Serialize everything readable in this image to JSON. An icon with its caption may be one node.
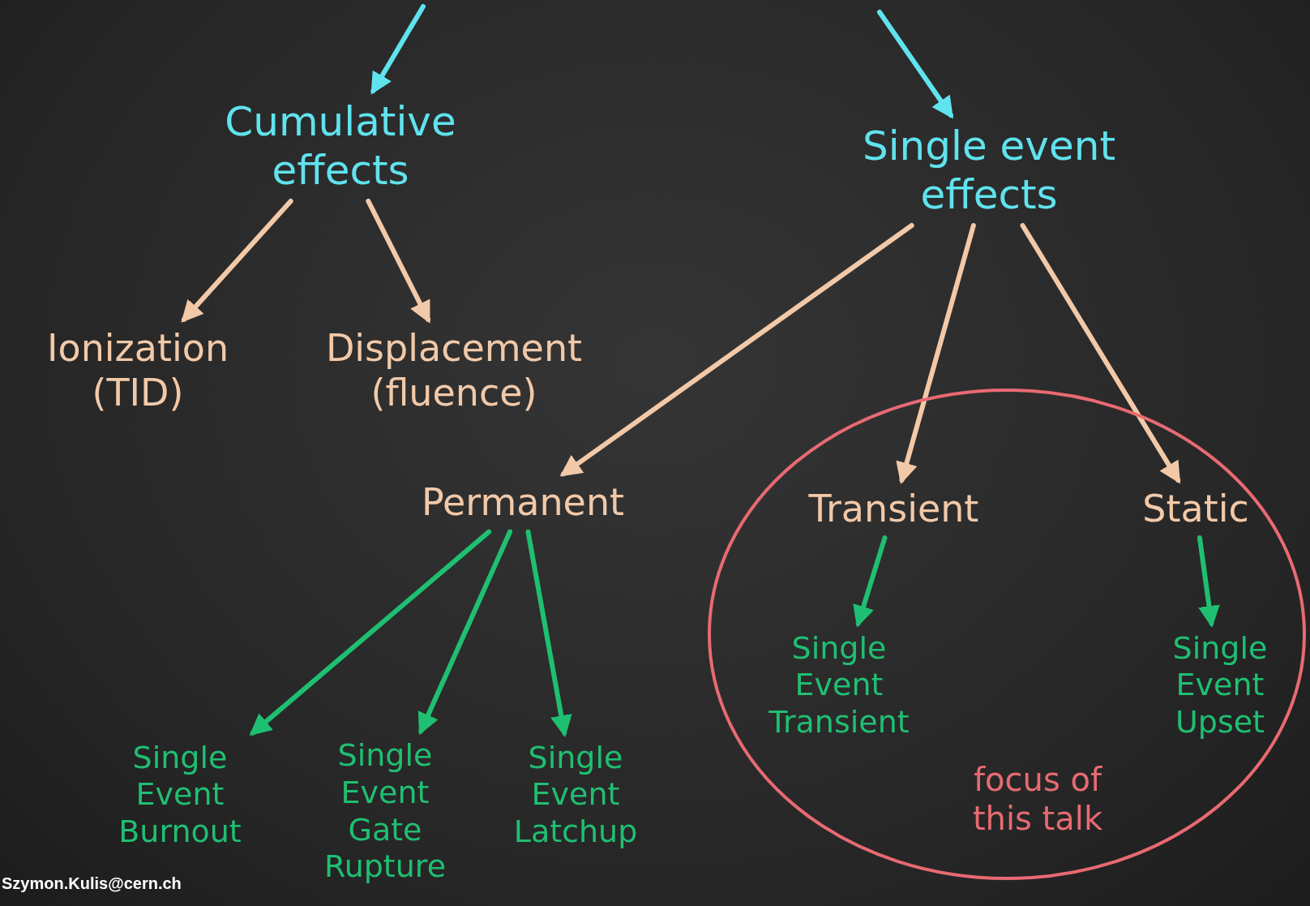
{
  "diagram": {
    "nodes": [
      {
        "text": [
          "Cumulative effects"
        ]
      },
      {
        "text": [
          "Single event effects"
        ]
      },
      {
        "text": [
          "Ionization (TID)"
        ]
      },
      {
        "text": [
          "Displacement (fluence)"
        ]
      },
      {
        "text": [
          "Permanent"
        ]
      },
      {
        "text": [
          "focus of this talk"
        ]
      },
      {
        "text": [
          "Transient"
        ],
        "in": 5
      },
      {
        "text": [
          "Static"
        ],
        "in": 5
      },
      {
        "text": [
          "Single Event Burnout"
        ]
      },
      {
        "text": [
          "Single Event Gate Rupture"
        ]
      },
      {
        "text": [
          "Single Event Latchup"
        ]
      },
      {
        "text": [
          "Single Event Transient"
        ],
        "in": 5
      },
      {
        "text": [
          "Single Event Upset"
        ],
        "in": 5
      }
    ],
    "edges": [
      {
        "from": null,
        "to": 0,
        "arrow": "to",
        "color": "#5fe3ee"
      },
      {
        "from": null,
        "to": 1,
        "arrow": "to",
        "color": "#5fe3ee"
      },
      {
        "from": 0,
        "to": 2,
        "arrow": "to"
      },
      {
        "from": 0,
        "to": 3,
        "arrow": "to"
      },
      {
        "from": 1,
        "to": 4,
        "arrow": "to"
      },
      {
        "from": 1,
        "to": 6,
        "arrow": "to"
      },
      {
        "from": 1,
        "to": 7,
        "arrow": "to"
      },
      {
        "from": 4,
        "to": 8,
        "arrow": "to",
        "color": "#1fbf72"
      },
      {
        "from": 4,
        "to": 9,
        "arrow": "to",
        "color": "#1fbf72"
      },
      {
        "from": 4,
        "to": 10,
        "arrow": "to",
        "color": "#1fbf72"
      },
      {
        "from": 6,
        "to": 11,
        "arrow": "to",
        "color": "#1fbf72"
      },
      {
        "from": 7,
        "to": 12,
        "arrow": "to",
        "color": "#1fbf72"
      }
    ],
    "labels": [
      "Szymon.Kulis@cern.ch"
    ]
  }
}
